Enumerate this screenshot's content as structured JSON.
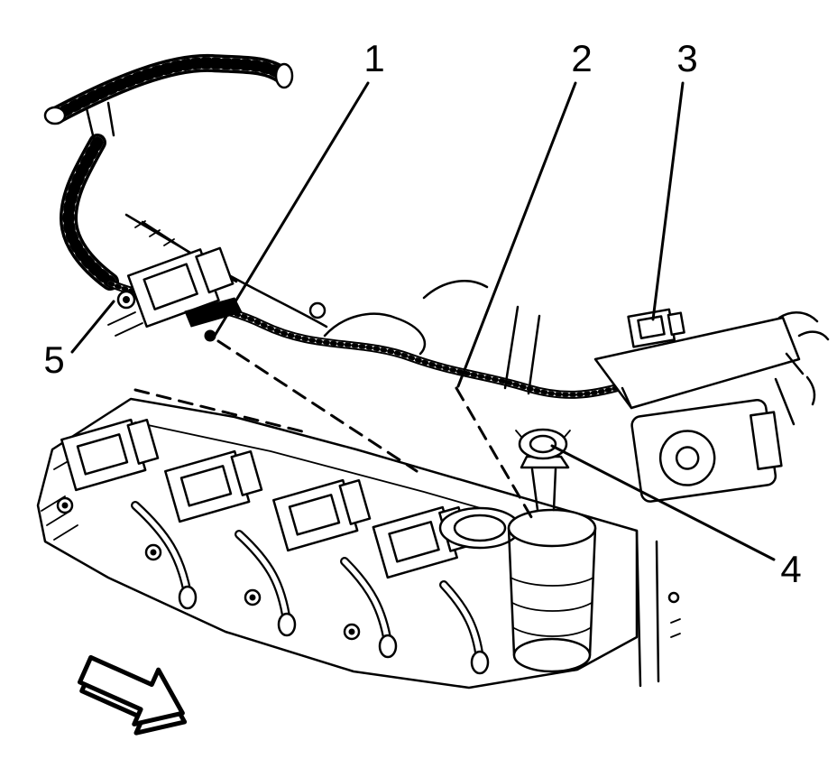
{
  "colors": {
    "background": "#ffffff",
    "ink": "#000000"
  },
  "callouts": [
    {
      "label": "1",
      "leader_style": "solid-then-dashed"
    },
    {
      "label": "2",
      "leader_style": "solid-then-dashed"
    },
    {
      "label": "3",
      "leader_style": "solid"
    },
    {
      "label": "4",
      "leader_style": "solid"
    },
    {
      "label": "5",
      "leader_style": "solid"
    }
  ],
  "arrow": {
    "type": "direction-arrow",
    "orientation": "down-right"
  }
}
